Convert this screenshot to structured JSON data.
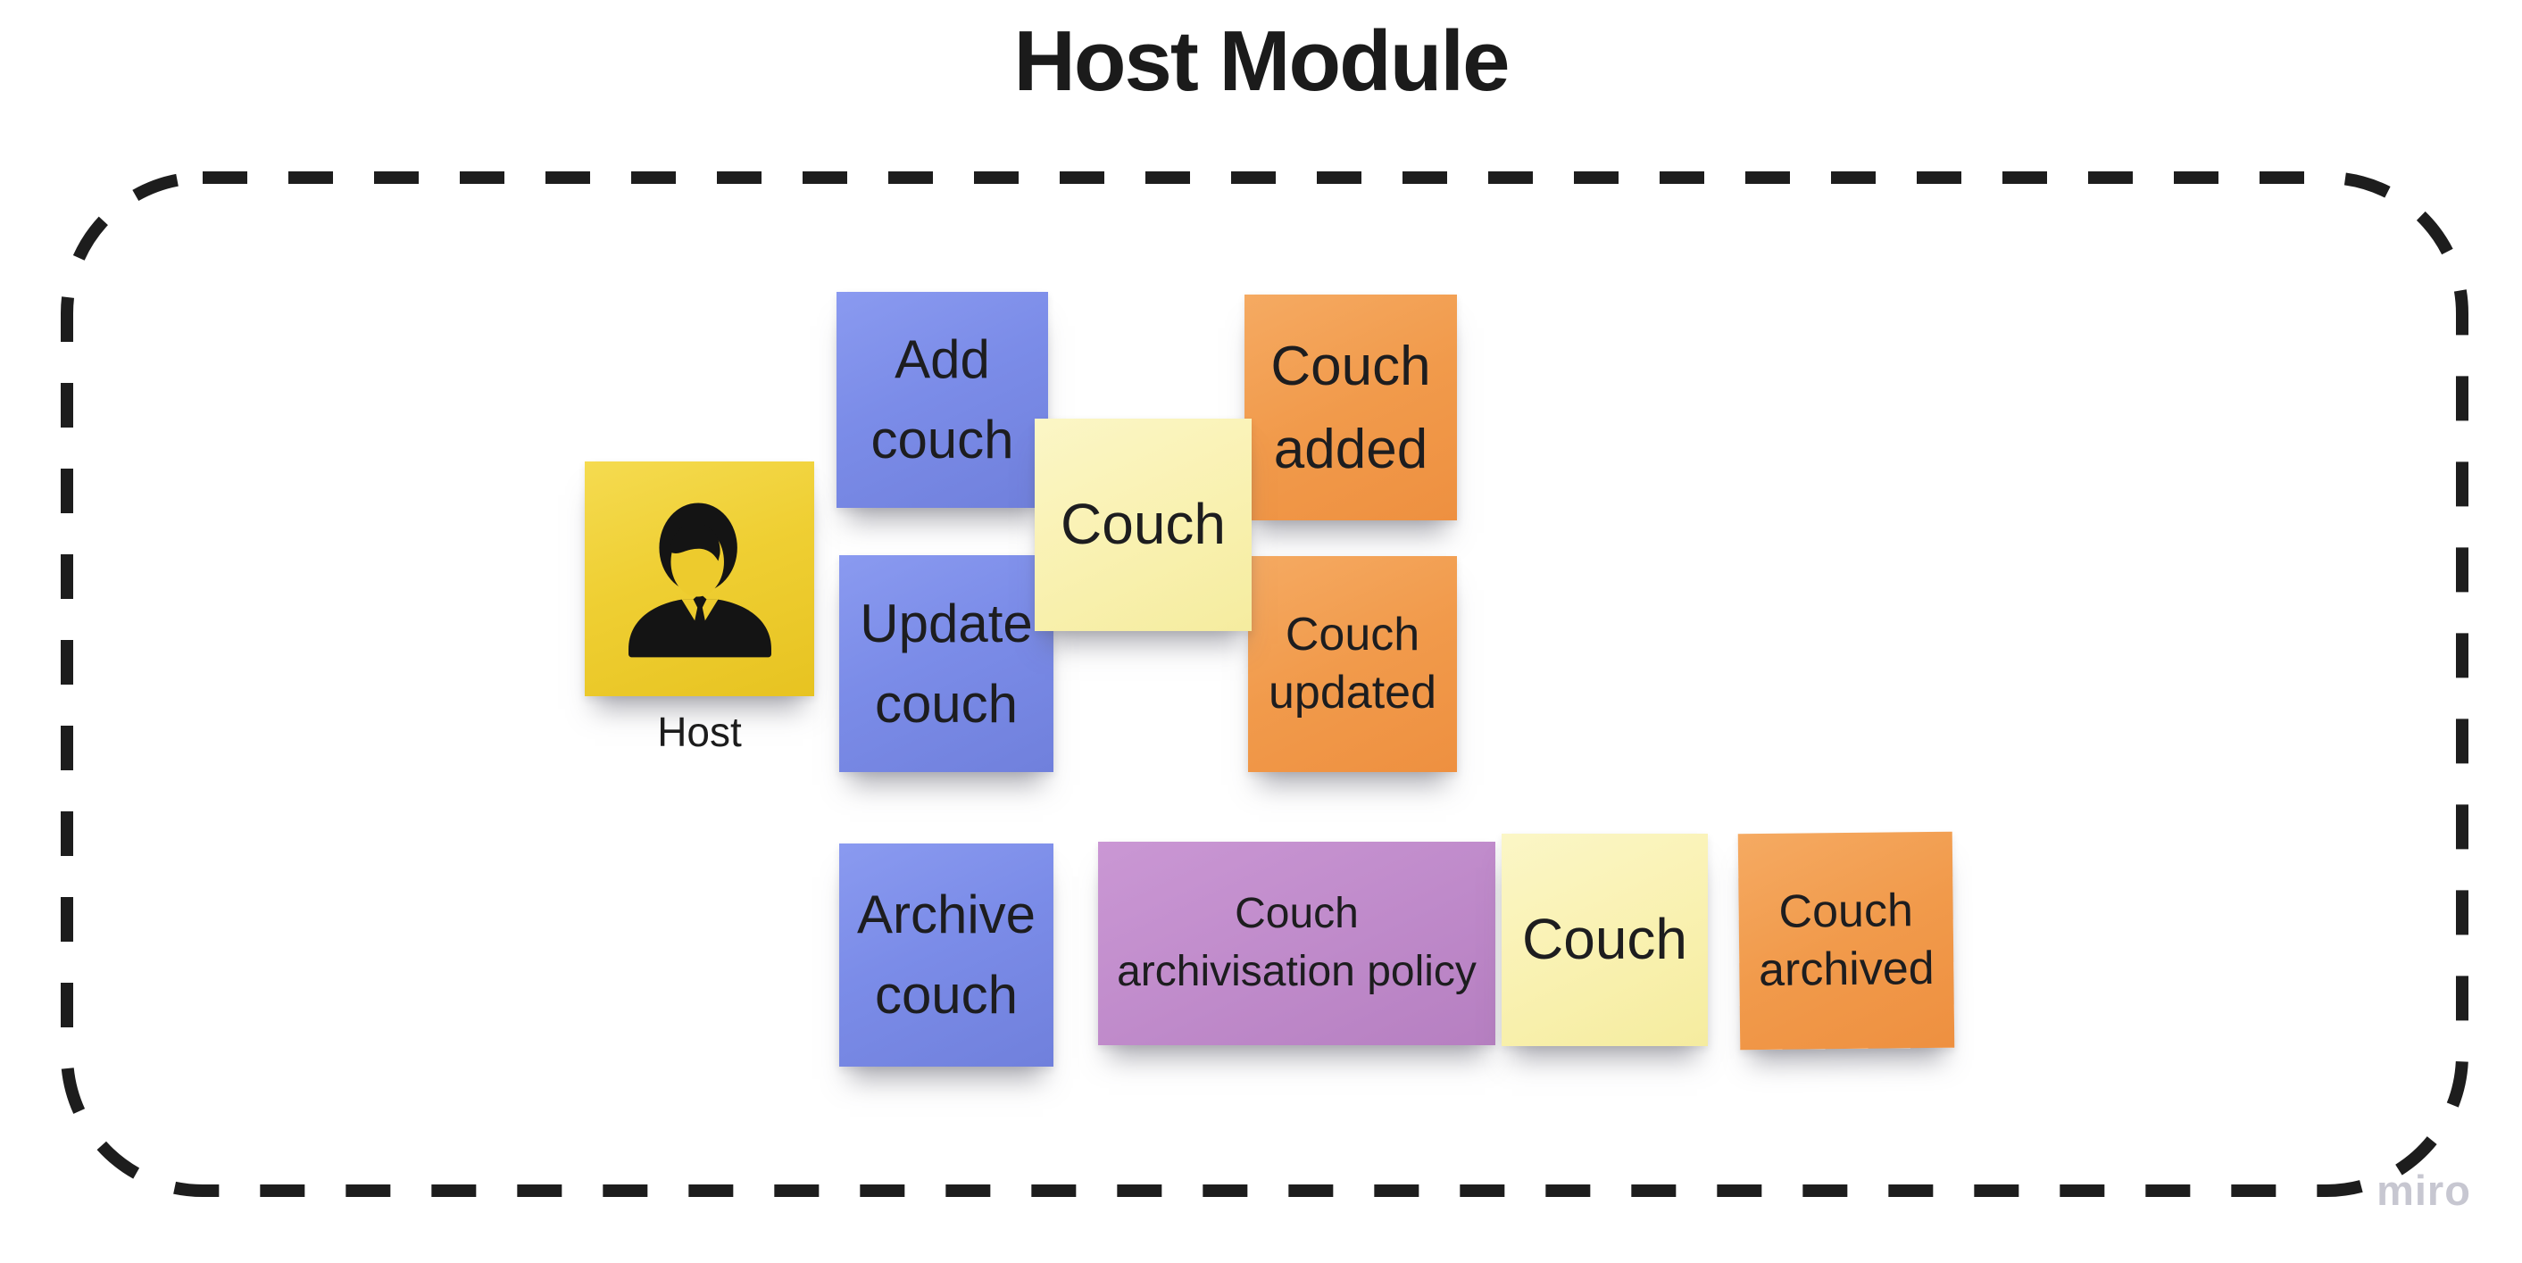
{
  "board": {
    "title": "Host Module",
    "watermark": "miro"
  },
  "actor": {
    "label": "Host",
    "icon": "person-icon",
    "color": "#efcf33"
  },
  "notes": [
    {
      "id": "add-couch",
      "text": "Add couch",
      "color_role": "action-blue"
    },
    {
      "id": "couch",
      "text": "Couch",
      "color_role": "entity-cream"
    },
    {
      "id": "couch-added",
      "text": "Couch added",
      "color_role": "event-orange"
    },
    {
      "id": "update-couch",
      "text": "Update couch",
      "color_role": "action-blue"
    },
    {
      "id": "couch-updated",
      "text": "Couch updated",
      "color_role": "event-orange"
    },
    {
      "id": "archive-couch",
      "text": "Archive couch",
      "color_role": "action-blue"
    },
    {
      "id": "couch-archivisation-policy",
      "text": "Couch archivisation policy",
      "color_role": "policy-purple"
    },
    {
      "id": "couch-2",
      "text": "Couch",
      "color_role": "entity-cream"
    },
    {
      "id": "couch-archived",
      "text": "Couch archived",
      "color_role": "event-orange"
    }
  ],
  "colors": {
    "action_blue": "#7b8ce8",
    "event_orange": "#f19a4b",
    "entity_cream": "#f9f1b0",
    "policy_purple": "#bf8aca",
    "actor_yellow": "#efcf33",
    "frame_border": "#1d1d1d",
    "note_text": "#1d1d1f",
    "title_text": "#1b1b1b",
    "watermark_text": "#c7c7d1"
  }
}
